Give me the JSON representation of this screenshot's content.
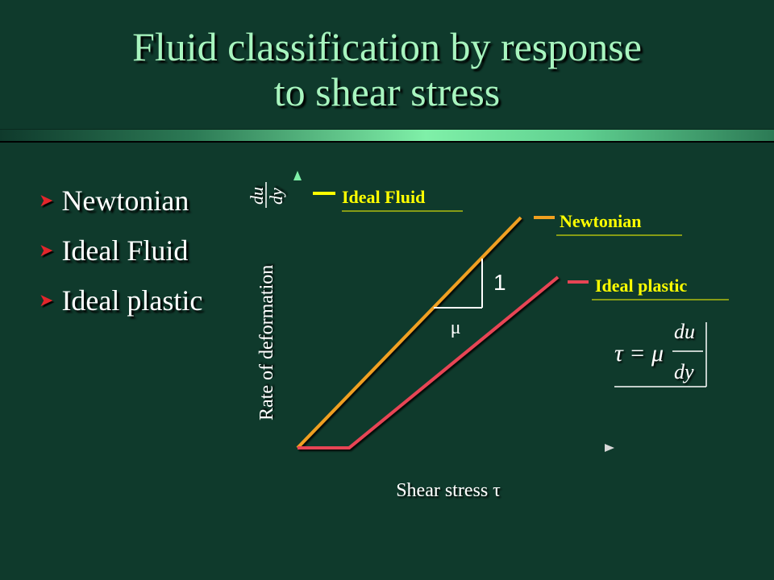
{
  "title": {
    "line1": "Fluid classification by response",
    "line2": "to shear stress"
  },
  "bullets": [
    {
      "label": "Newtonian",
      "icon": "arrowhead-bullet-icon"
    },
    {
      "label": "Ideal Fluid",
      "icon": "arrowhead-bullet-icon"
    },
    {
      "label": "Ideal plastic",
      "icon": "arrowhead-bullet-icon"
    }
  ],
  "axes": {
    "ylabel": "Rate of deformation",
    "ylabel_frac_num": "du",
    "ylabel_frac_den": "dy",
    "xlabel": "Shear stress τ"
  },
  "curves": {
    "ideal_fluid": {
      "label": "Ideal Fluid",
      "color": "#ffff00"
    },
    "newtonian": {
      "label": "Newtonian",
      "color": "#f0a020"
    },
    "ideal_plastic": {
      "label": "Ideal plastic",
      "color": "#e84454"
    }
  },
  "slope": {
    "rise_label": "1",
    "run_label": "μ"
  },
  "equation": {
    "lhs": "τ = μ",
    "num": "du",
    "den": "dy"
  },
  "colors": {
    "background": "#0f3a2c",
    "title": "#a8f5bf",
    "axis": "#7ff0a8",
    "label_yellow": "#ffff00",
    "newtonian_line": "#f0a020",
    "plastic_line": "#e84454"
  }
}
